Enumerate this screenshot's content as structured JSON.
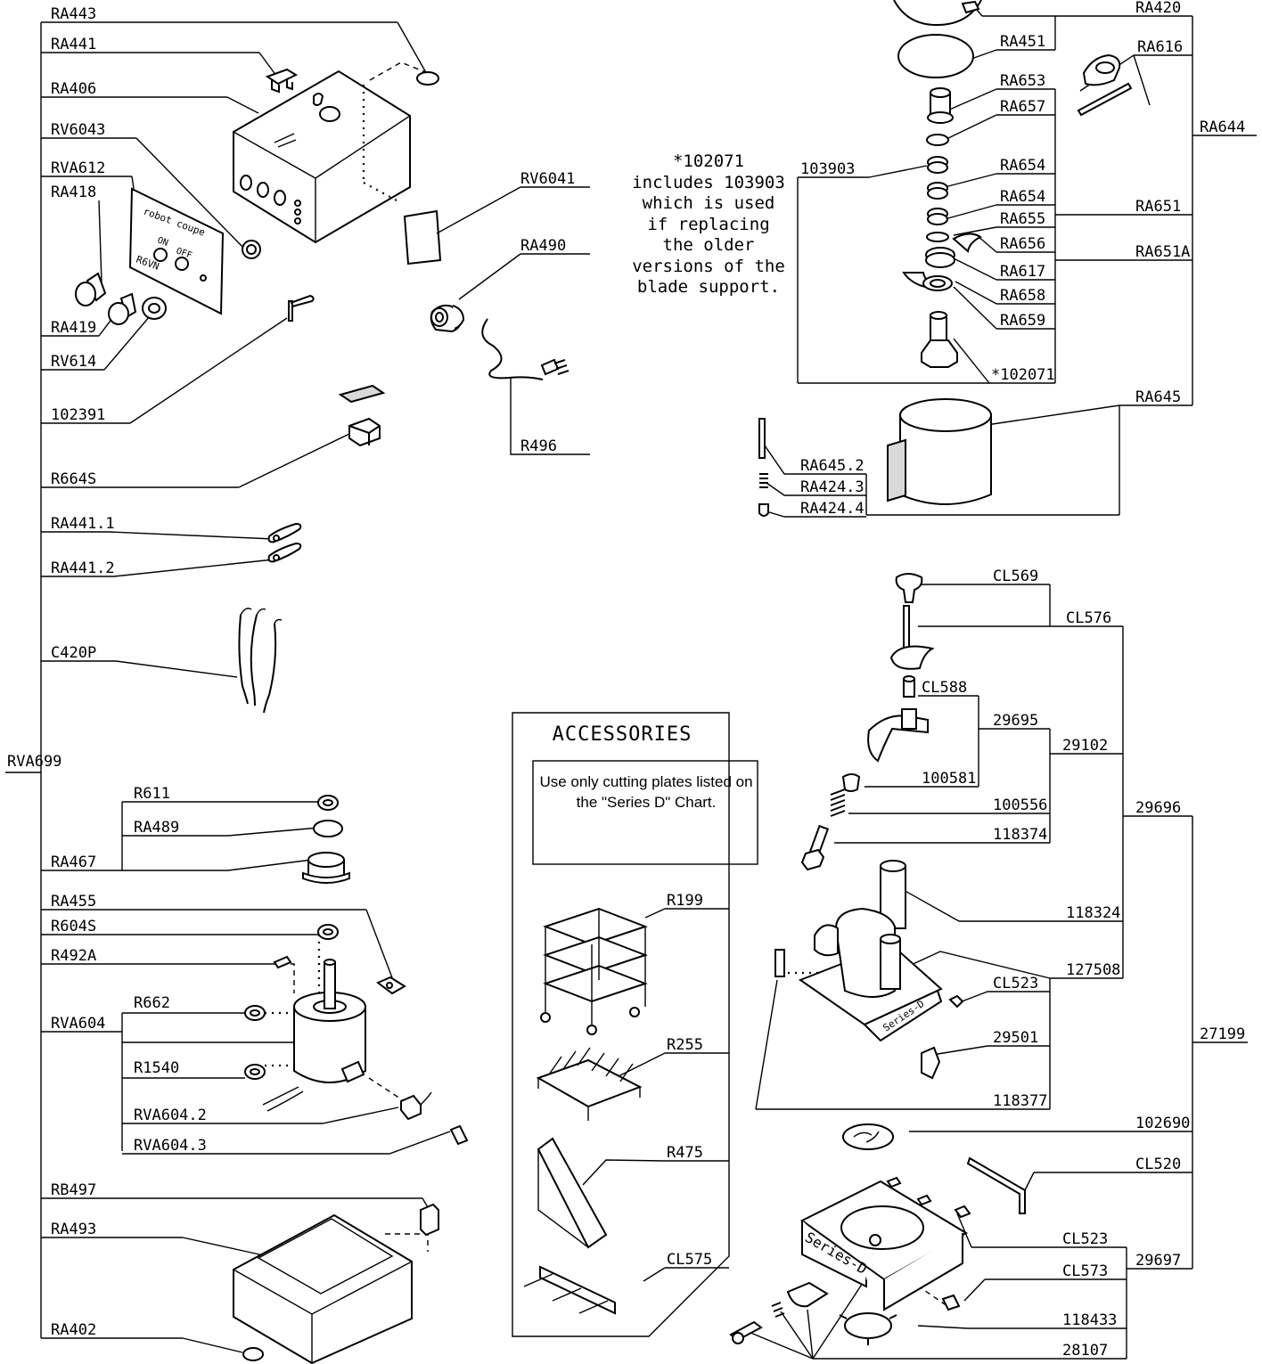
{
  "diagram": {
    "note": "*102071 includes 103903 which is used if replacing the older versions of the blade support.",
    "accessories": {
      "title": "ACCESSORIES",
      "notice": "Use only cutting plates listed on the \"Series D\" Chart."
    },
    "panel_text": {
      "brand": "robot coupe",
      "on": "ON",
      "off": "OFF",
      "model": "R6VN"
    },
    "base_text": "Series-D",
    "labels": {
      "RA443": "RA443",
      "RA441": "RA441",
      "RA406": "RA406",
      "RV6043": "RV6043",
      "RVA612": "RVA612",
      "RA418": "RA418",
      "RA419": "RA419",
      "RV614": "RV614",
      "102391": "102391",
      "R664S": "R664S",
      "RA441_1": "RA441.1",
      "RA441_2": "RA441.2",
      "C420P": "C420P",
      "RVA699": "RVA699",
      "R611": "R611",
      "RA489": "RA489",
      "RA467": "RA467",
      "RA455": "RA455",
      "R604S": "R604S",
      "R492A": "R492A",
      "R662": "R662",
      "RVA604": "RVA604",
      "R1540": "R1540",
      "RVA604_2": "RVA604.2",
      "RVA604_3": "RVA604.3",
      "RB497": "RB497",
      "RA493": "RA493",
      "RA402": "RA402",
      "RV6041": "RV6041",
      "RA490": "RA490",
      "R496": "R496",
      "RA420": "RA420",
      "RA451": "RA451",
      "RA616": "RA616",
      "RA644": "RA644",
      "RA653": "RA653",
      "RA657": "RA657",
      "103903": "103903",
      "RA654a": "RA654",
      "RA654b": "RA654",
      "RA655": "RA655",
      "RA651": "RA651",
      "RA656": "RA656",
      "RA651A": "RA651A",
      "RA617": "RA617",
      "RA658": "RA658",
      "RA659": "RA659",
      "102071": "*102071",
      "RA645": "RA645",
      "RA645_2": "RA645.2",
      "RA424_3": "RA424.3",
      "RA424_4": "RA424.4",
      "CL569": "CL569",
      "CL576": "CL576",
      "CL588": "CL588",
      "29695": "29695",
      "29102": "29102",
      "100581": "100581",
      "100556": "100556",
      "118374": "118374",
      "29696": "29696",
      "118324": "118324",
      "127508": "127508",
      "CL523a": "CL523",
      "29501": "29501",
      "118377": "118377",
      "27199": "27199",
      "102690": "102690",
      "CL520": "CL520",
      "CL523b": "CL523",
      "29697": "29697",
      "CL573": "CL573",
      "118433": "118433",
      "28107": "28107",
      "R199": "R199",
      "R255": "R255",
      "R475": "R475",
      "CL575": "CL575"
    }
  }
}
